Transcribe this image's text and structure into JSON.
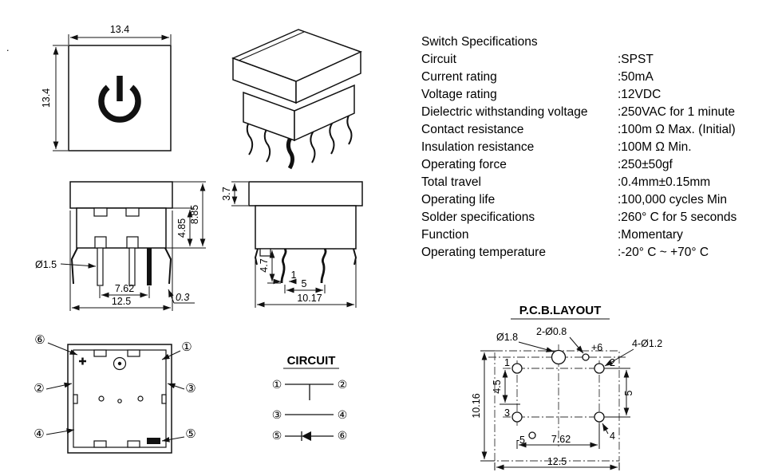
{
  "artifact": {
    "dot": "."
  },
  "specs": {
    "title": "Switch Specifications",
    "rows": [
      {
        "label": "Circuit",
        "value": ":SPST"
      },
      {
        "label": "Current rating",
        "value": ":50mA"
      },
      {
        "label": "Voltage rating",
        "value": ":12VDC"
      },
      {
        "label": "Dielectric withstanding voltage",
        "value": ":250VAC for 1 minute"
      },
      {
        "label": "Contact resistance",
        "value": ":100m Ω  Max. (Initial)"
      },
      {
        "label": "Insulation resistance",
        "value": ":100M Ω  Min."
      },
      {
        "label": "Operating force",
        "value": ":250±50gf"
      },
      {
        "label": "Total travel",
        "value": ":0.4mm±0.15mm"
      },
      {
        "label": "Operating life",
        "value": ":100,000 cycles Min"
      },
      {
        "label": "Solder specifications",
        "value": ":260° C for 5 seconds"
      },
      {
        "label": "Function",
        "value": ":Momentary"
      },
      {
        "label": "Operating temperature",
        "value": ":-20° C ~ +70° C"
      }
    ]
  },
  "front_view": {
    "dim_width": "13.4",
    "dim_height": "13.4"
  },
  "side_view_a": {
    "dim_total_height": "8.85",
    "dim_body_height": "4.85",
    "dim_pin_dia": "Ø1.5",
    "dim_pin_pitch": "7.62",
    "dim_width": "12.5",
    "dim_offset": "0.3"
  },
  "side_view_b": {
    "dim_cap_height": "3.7",
    "dim_pin_length": "4.7",
    "dim_pin_width": "1",
    "dim_pin_pitch": "5",
    "dim_width": "10.17"
  },
  "bottom_view": {
    "callouts": {
      "c1": "①",
      "c2": "②",
      "c3": "③",
      "c4": "④",
      "c5": "⑤",
      "c6": "⑥"
    }
  },
  "circuit": {
    "title": "CIRCUIT",
    "nodes": {
      "n1": "①",
      "n2": "②",
      "n3": "③",
      "n4": "④",
      "n5": "⑤",
      "n6": "⑥"
    }
  },
  "pcb": {
    "title": "P.C.B.LAYOUT",
    "labels": {
      "center_hole": "Ø1.8",
      "led_holes": "2-Ø0.8",
      "corner_holes": "4-Ø1.2",
      "pin1": "1",
      "pin2": "2",
      "pin3": "3",
      "pin4": "4",
      "pin5": "-5",
      "pin6": "+6"
    },
    "dims": {
      "v_inner": "4.5",
      "v_total": "10.16",
      "v_right": "5",
      "h_pitch": "7.62",
      "h_total": "12.5"
    }
  }
}
